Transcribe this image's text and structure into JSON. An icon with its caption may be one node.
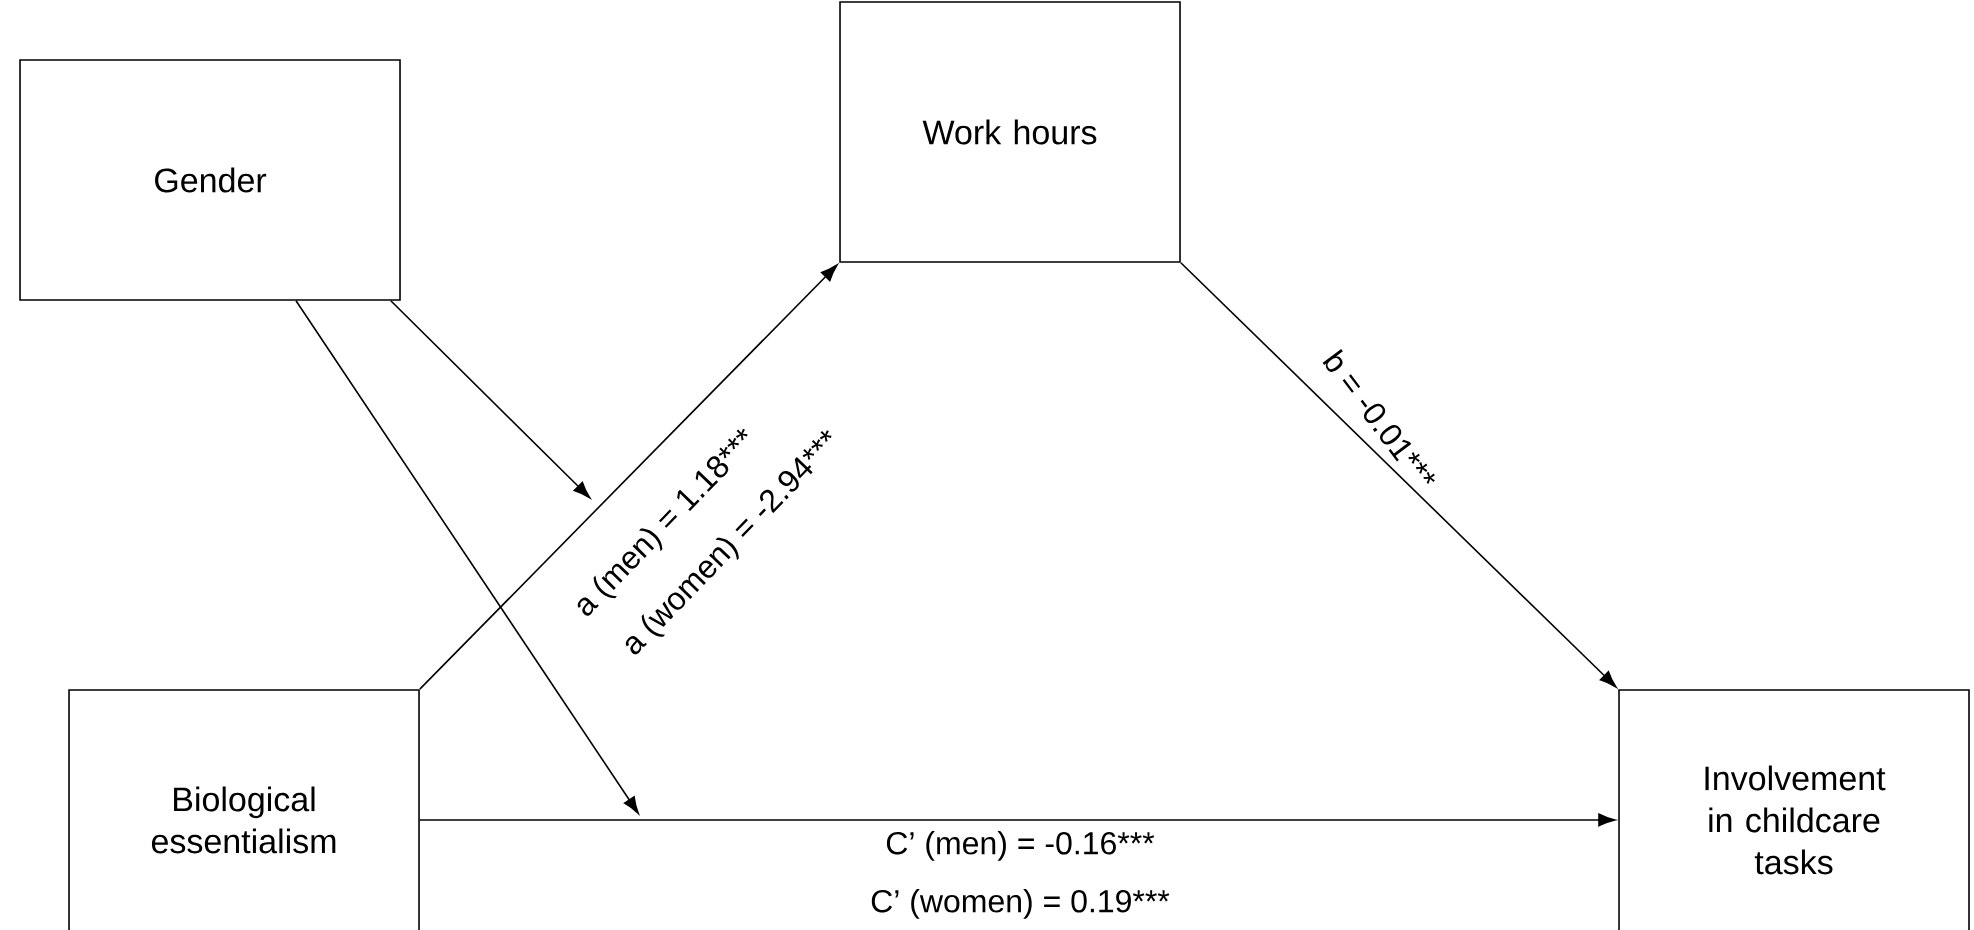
{
  "diagram": {
    "nodes": [
      {
        "text": [
          "Gender"
        ]
      },
      {
        "text": [
          "Work hours"
        ]
      },
      {
        "text": [
          "Biological essentialism"
        ]
      },
      {
        "text": [
          "Involvement in childcare tasks"
        ]
      }
    ],
    "edges": [
      {
        "from": 2,
        "to": 1,
        "arrow": "to",
        "label": "a (men) = 1.18***"
      },
      {
        "from": 1,
        "to": 3,
        "arrow": "to",
        "label": "b = -0.01***"
      },
      {
        "from": 2,
        "to": 3,
        "arrow": "to",
        "label": "C’ (men) = -0.16***"
      },
      {
        "from": 0,
        "to": null,
        "arrow": "to"
      },
      {
        "from": 0,
        "to": null,
        "arrow": "to"
      }
    ],
    "labels": [
      "a (women) = -2.94***",
      "C’ (women) = 0.19***"
    ]
  }
}
